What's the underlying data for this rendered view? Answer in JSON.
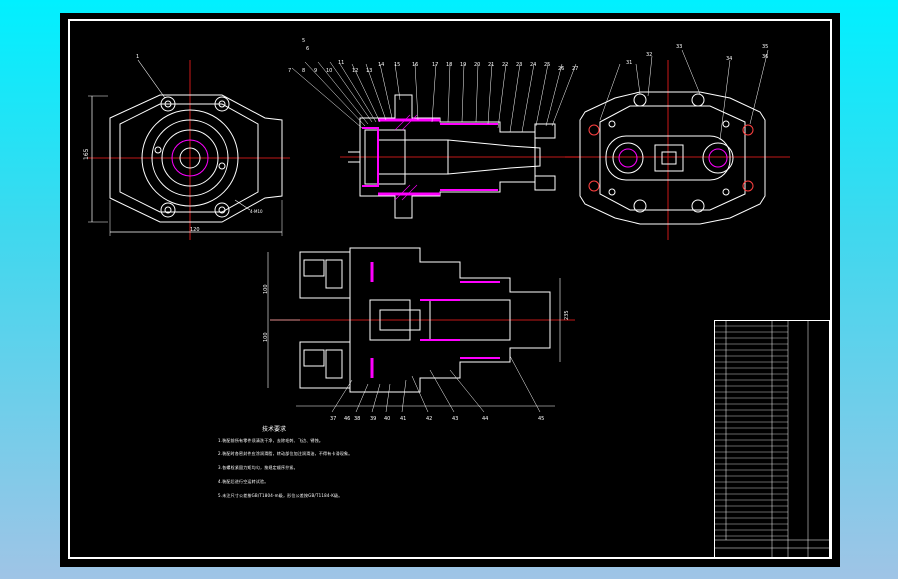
{
  "drawing": {
    "notes_title": "技术要求",
    "notes": [
      "1.装配前所有零件须清洗干净，去除毛刺、飞边、锈蚀。",
      "2.装配时各密封件应涂润滑脂，转动部位加注润滑油，不得有卡滞现象。",
      "3.各螺栓紧固力矩均匀，按规定顺序拧紧。",
      "4.装配后进行空运转试验。",
      "5.未注尺寸公差按GB/T1804-m级，形位公差按GB/T1184-K级。"
    ],
    "balloons_top": [
      "5",
      "6",
      "7",
      "8",
      "9",
      "10",
      "11",
      "12",
      "13",
      "14",
      "15",
      "16",
      "17",
      "18",
      "19",
      "20",
      "21",
      "22",
      "23",
      "24",
      "25",
      "26",
      "27"
    ],
    "balloons_left_view": [
      "1"
    ],
    "balloons_right_view": [
      "31",
      "32",
      "33",
      "34",
      "35",
      "36"
    ],
    "balloons_bottom": [
      "37",
      "38",
      "39",
      "40",
      "41",
      "42",
      "43",
      "44",
      "45",
      "46"
    ],
    "dims": {
      "left_height": "165",
      "left_width": "120",
      "bolt_circle": "4-M10",
      "bottom_upper": "100",
      "bottom_lower": "100",
      "bottom_right": "235"
    }
  },
  "colors": {
    "line": "#ffffff",
    "hatch": "#ff00ff",
    "center": "#ff0000",
    "dim": "#ffffff",
    "accent": "#ff4040"
  }
}
